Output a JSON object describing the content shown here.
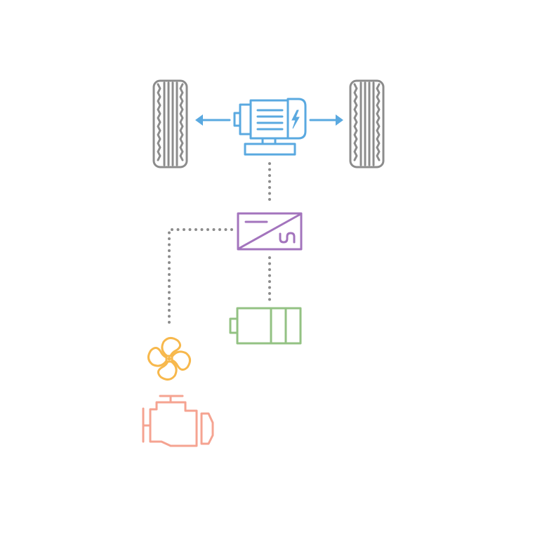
{
  "diagram": {
    "components": [
      {
        "id": "left-wheel",
        "icon": "tire-icon",
        "color": "#8c8c8c"
      },
      {
        "id": "electric-motor",
        "icon": "electric-motor-icon",
        "color": "#5aa9e0"
      },
      {
        "id": "right-wheel",
        "icon": "tire-icon",
        "color": "#8c8c8c"
      },
      {
        "id": "inverter",
        "icon": "dc-ac-inverter-icon",
        "color": "#a374bd"
      },
      {
        "id": "battery",
        "icon": "battery-icon",
        "color": "#93c283"
      },
      {
        "id": "cooling-fan",
        "icon": "fan-icon",
        "color": "#f7b84c"
      },
      {
        "id": "engine",
        "icon": "engine-icon",
        "color": "#f5a391"
      }
    ],
    "connections": [
      {
        "from": "electric-motor",
        "to": "left-wheel",
        "style": "arrow"
      },
      {
        "from": "electric-motor",
        "to": "right-wheel",
        "style": "arrow"
      },
      {
        "from": "electric-motor",
        "to": "inverter",
        "style": "dotted"
      },
      {
        "from": "inverter",
        "to": "battery",
        "style": "dotted"
      },
      {
        "from": "inverter",
        "to": "cooling-fan",
        "style": "dotted"
      }
    ],
    "connector_color": "#8c8c8c"
  }
}
